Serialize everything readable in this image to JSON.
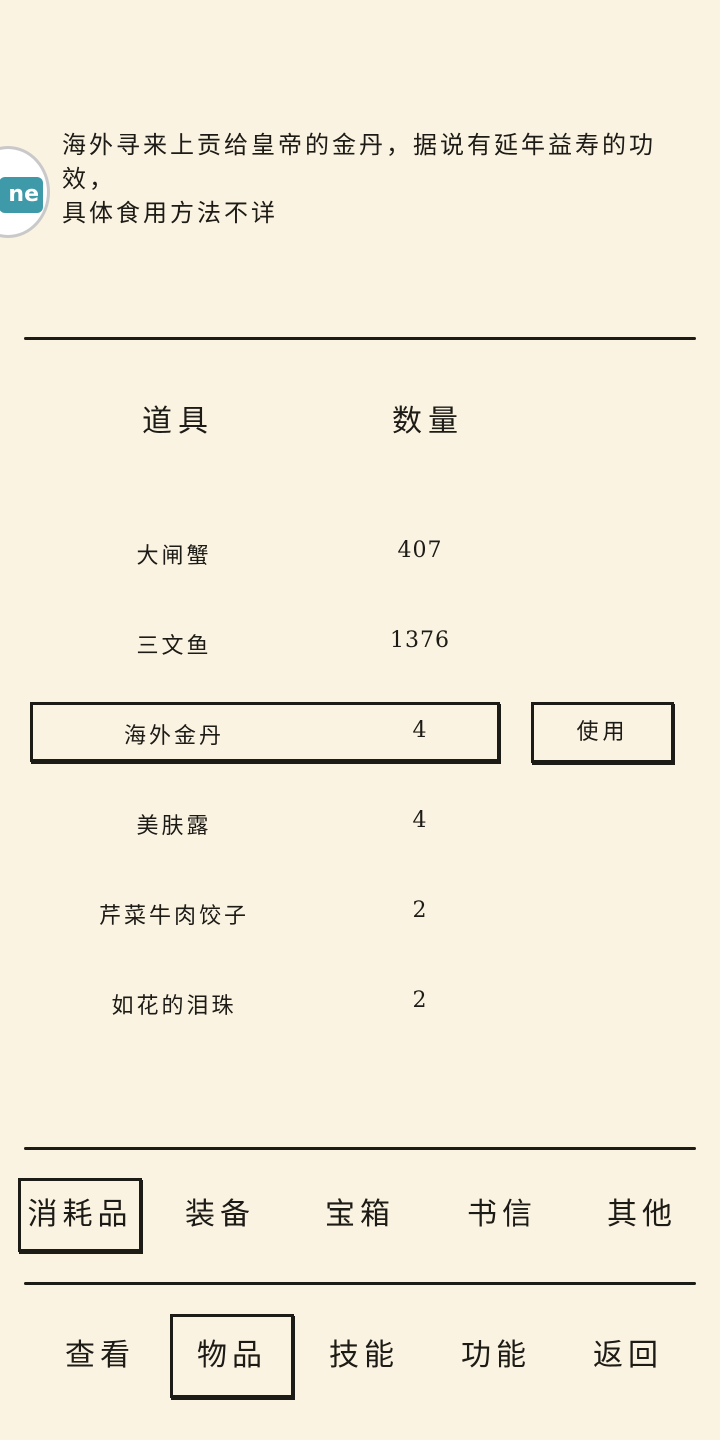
{
  "description": {
    "line1": "海外寻来上贡给皇帝的金丹，据说有延年益寿的功效，",
    "line2": "具体食用方法不详"
  },
  "float_badge": {
    "icon": "app-shortcut-icon",
    "text": "ne"
  },
  "table": {
    "headers": {
      "name": "道具",
      "quantity": "数量"
    },
    "rows": [
      {
        "name": "大闸蟹",
        "quantity": "407",
        "selected": false
      },
      {
        "name": "三文鱼",
        "quantity": "1376",
        "selected": false
      },
      {
        "name": "海外金丹",
        "quantity": "4",
        "selected": true
      },
      {
        "name": "美肤露",
        "quantity": "4",
        "selected": false
      },
      {
        "name": "芹菜牛肉饺子",
        "quantity": "2",
        "selected": false
      },
      {
        "name": "如花的泪珠",
        "quantity": "2",
        "selected": false
      }
    ],
    "use_button_label": "使用"
  },
  "category_tabs": [
    {
      "label": "消耗品",
      "active": true
    },
    {
      "label": "装备",
      "active": false
    },
    {
      "label": "宝箱",
      "active": false
    },
    {
      "label": "书信",
      "active": false
    },
    {
      "label": "其他",
      "active": false
    }
  ],
  "main_tabs": [
    {
      "label": "查看",
      "active": false
    },
    {
      "label": "物品",
      "active": true
    },
    {
      "label": "技能",
      "active": false
    },
    {
      "label": "功能",
      "active": false
    },
    {
      "label": "返回",
      "active": false
    }
  ],
  "colors": {
    "background": "#faf3e2",
    "ink": "#1d1b16",
    "badge_accent": "#3e9aa8"
  }
}
